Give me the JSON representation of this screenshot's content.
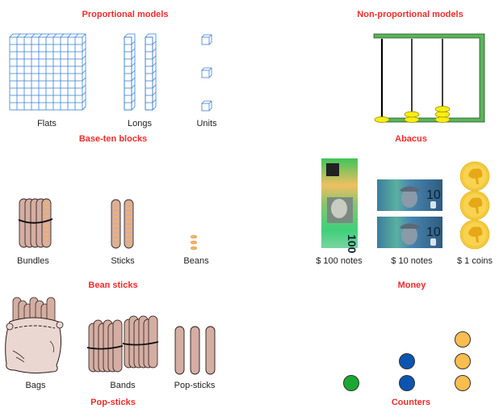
{
  "sections": {
    "proportional": {
      "heading": "Proportional models",
      "base_ten": {
        "title": "Base-ten blocks",
        "items": [
          {
            "label": "Flats",
            "count": 1
          },
          {
            "label": "Longs",
            "count": 2
          },
          {
            "label": "Units",
            "count": 3
          }
        ]
      },
      "bean_sticks": {
        "title": "Bean sticks",
        "items": [
          {
            "label": "Bundles",
            "count": 1
          },
          {
            "label": "Sticks",
            "count": 2
          },
          {
            "label": "Beans",
            "count": 3
          }
        ]
      },
      "pop_sticks": {
        "title": "Pop-sticks",
        "items": [
          {
            "label": "Bags",
            "count": 1
          },
          {
            "label": "Bands",
            "count": 2
          },
          {
            "label": "Pop-sticks",
            "count": 3
          }
        ]
      }
    },
    "non_proportional": {
      "heading": "Non-proportional models",
      "abacus": {
        "title": "Abacus",
        "rods": [
          {
            "beads": 1
          },
          {
            "beads": 2
          },
          {
            "beads": 3
          }
        ]
      },
      "money": {
        "title": "Money",
        "items": [
          {
            "label": "$ 100 notes",
            "count": 1
          },
          {
            "label": "$ 10 notes",
            "count": 2
          },
          {
            "label": "$ 1 coins",
            "count": 3
          }
        ]
      },
      "counters": {
        "title": "Counters",
        "columns": [
          {
            "count": 1,
            "color": "#1aa832"
          },
          {
            "count": 2,
            "color": "#0b55b0"
          },
          {
            "count": 3,
            "color": "#fbbd4f"
          }
        ]
      }
    }
  },
  "colors": {
    "heading": "#f42a2a",
    "block_blue": "#3a7fd5",
    "stick_fill": "#d4aea3",
    "bean_orange": "#f4b266",
    "abacus_green": "#5ab55a",
    "bead_yellow": "#f8ee10",
    "coin_gold": "#f5c93a"
  }
}
